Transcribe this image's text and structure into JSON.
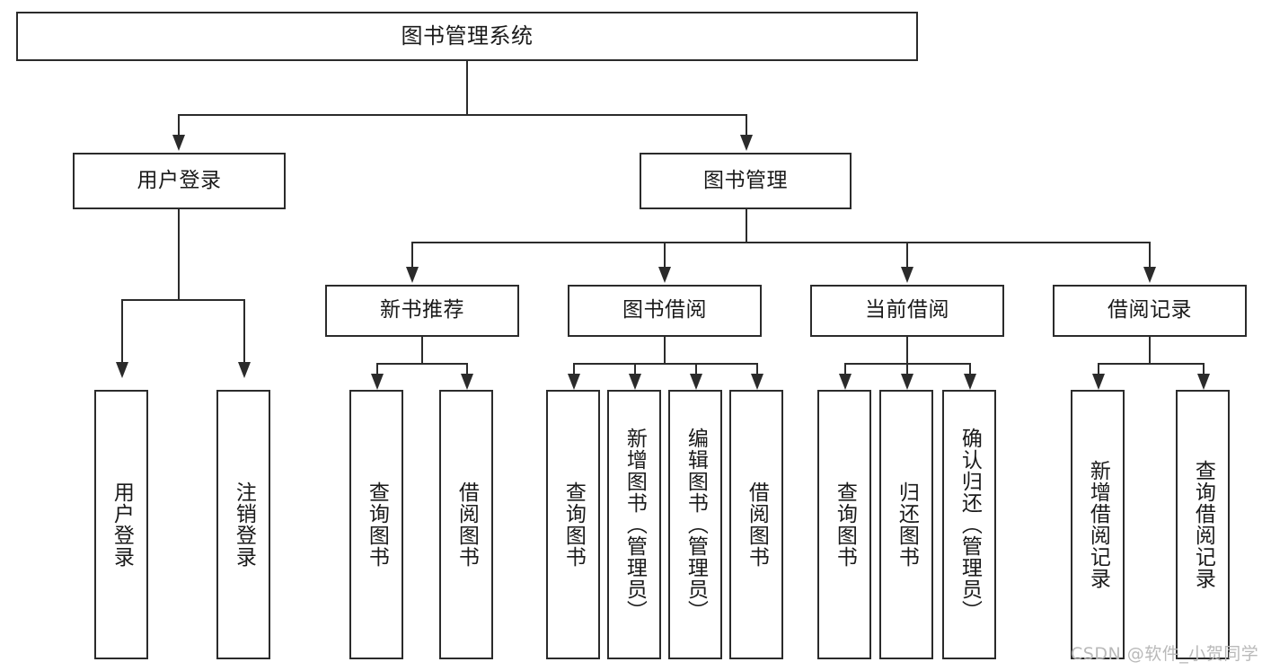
{
  "diagram": {
    "title": "图书管理系统",
    "type": "tree",
    "root": {
      "id": "root",
      "label": "图书管理系统"
    },
    "level2": [
      {
        "id": "user-login",
        "label": "用户登录"
      },
      {
        "id": "book-manage",
        "label": "图书管理"
      }
    ],
    "level3": [
      {
        "id": "new-book-recommend",
        "label": "新书推荐",
        "parent": "book-manage"
      },
      {
        "id": "book-borrow",
        "label": "图书借阅",
        "parent": "book-manage"
      },
      {
        "id": "current-borrow",
        "label": "当前借阅",
        "parent": "book-manage"
      },
      {
        "id": "borrow-record",
        "label": "借阅记录",
        "parent": "book-manage"
      }
    ],
    "leaves": {
      "user_login": [
        {
          "id": "leaf-user-login",
          "label": "用户登录"
        },
        {
          "id": "leaf-logout",
          "label": "注销登录"
        }
      ],
      "new_book_recommend": [
        {
          "id": "leaf-query-book-1",
          "label": "查询图书"
        },
        {
          "id": "leaf-borrow-book-1",
          "label": "借阅图书"
        }
      ],
      "book_borrow": [
        {
          "id": "leaf-query-book-2",
          "label": "查询图书"
        },
        {
          "id": "leaf-add-book",
          "label": "新增图书（管理员）"
        },
        {
          "id": "leaf-edit-book",
          "label": "编辑图书（管理员）"
        },
        {
          "id": "leaf-borrow-book-2",
          "label": "借阅图书"
        }
      ],
      "current_borrow": [
        {
          "id": "leaf-query-book-3",
          "label": "查询图书"
        },
        {
          "id": "leaf-return-book",
          "label": "归还图书"
        },
        {
          "id": "leaf-confirm-return",
          "label": "确认归还（管理员）"
        }
      ],
      "borrow_record": [
        {
          "id": "leaf-add-record",
          "label": "新增借阅记录"
        },
        {
          "id": "leaf-query-record",
          "label": "查询借阅记录"
        }
      ]
    },
    "watermark": "CSDN @软件_小贺同学",
    "colors": {
      "stroke": "#2b2b2b",
      "fill": "#ffffff",
      "text": "#1a1a1a",
      "watermark": "#b9b9b9"
    }
  }
}
